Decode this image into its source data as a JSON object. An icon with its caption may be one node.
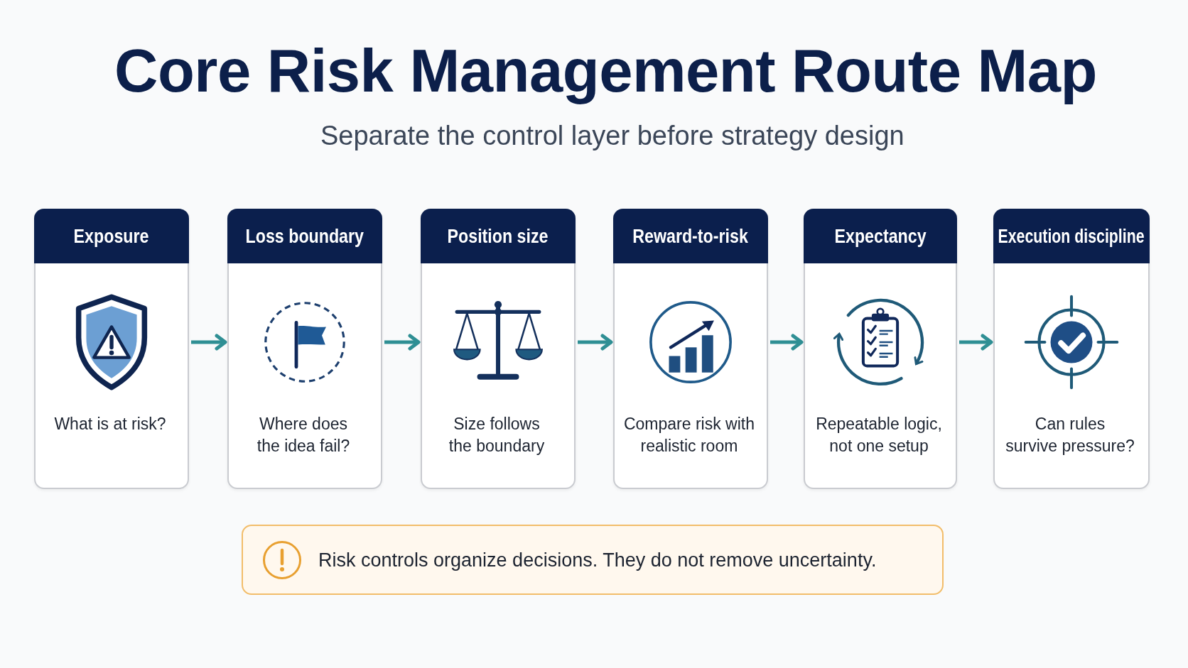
{
  "diagram": {
    "title": "Core Risk Management Route Map",
    "nodes": [
      {
        "text": [
          "Exposure",
          "What is at risk?"
        ]
      },
      {
        "text": [
          "Loss boundary",
          "Where does the idea fail?"
        ]
      },
      {
        "text": [
          "Position size",
          "Size follows the boundary"
        ]
      },
      {
        "text": [
          "Reward-to-risk",
          "Compare risk with realistic room"
        ]
      },
      {
        "text": [
          "Expectancy",
          "Repeatable logic, not one setup"
        ]
      },
      {
        "text": [
          "Execution discipline",
          "Can rules survive pressure?"
        ]
      },
      {
        "text": [
          "Risk controls organize decisions. They do not remove uncertainty."
        ]
      }
    ],
    "edges": [
      {
        "from": 0,
        "to": 1,
        "arrow": "to"
      },
      {
        "from": 1,
        "to": 2,
        "arrow": "to"
      },
      {
        "from": 2,
        "to": 3,
        "arrow": "to"
      },
      {
        "from": 3,
        "to": 4,
        "arrow": "to"
      },
      {
        "from": 4,
        "to": 5,
        "arrow": "to"
      }
    ],
    "labels": [
      "Separate the control layer before strategy design"
    ]
  }
}
